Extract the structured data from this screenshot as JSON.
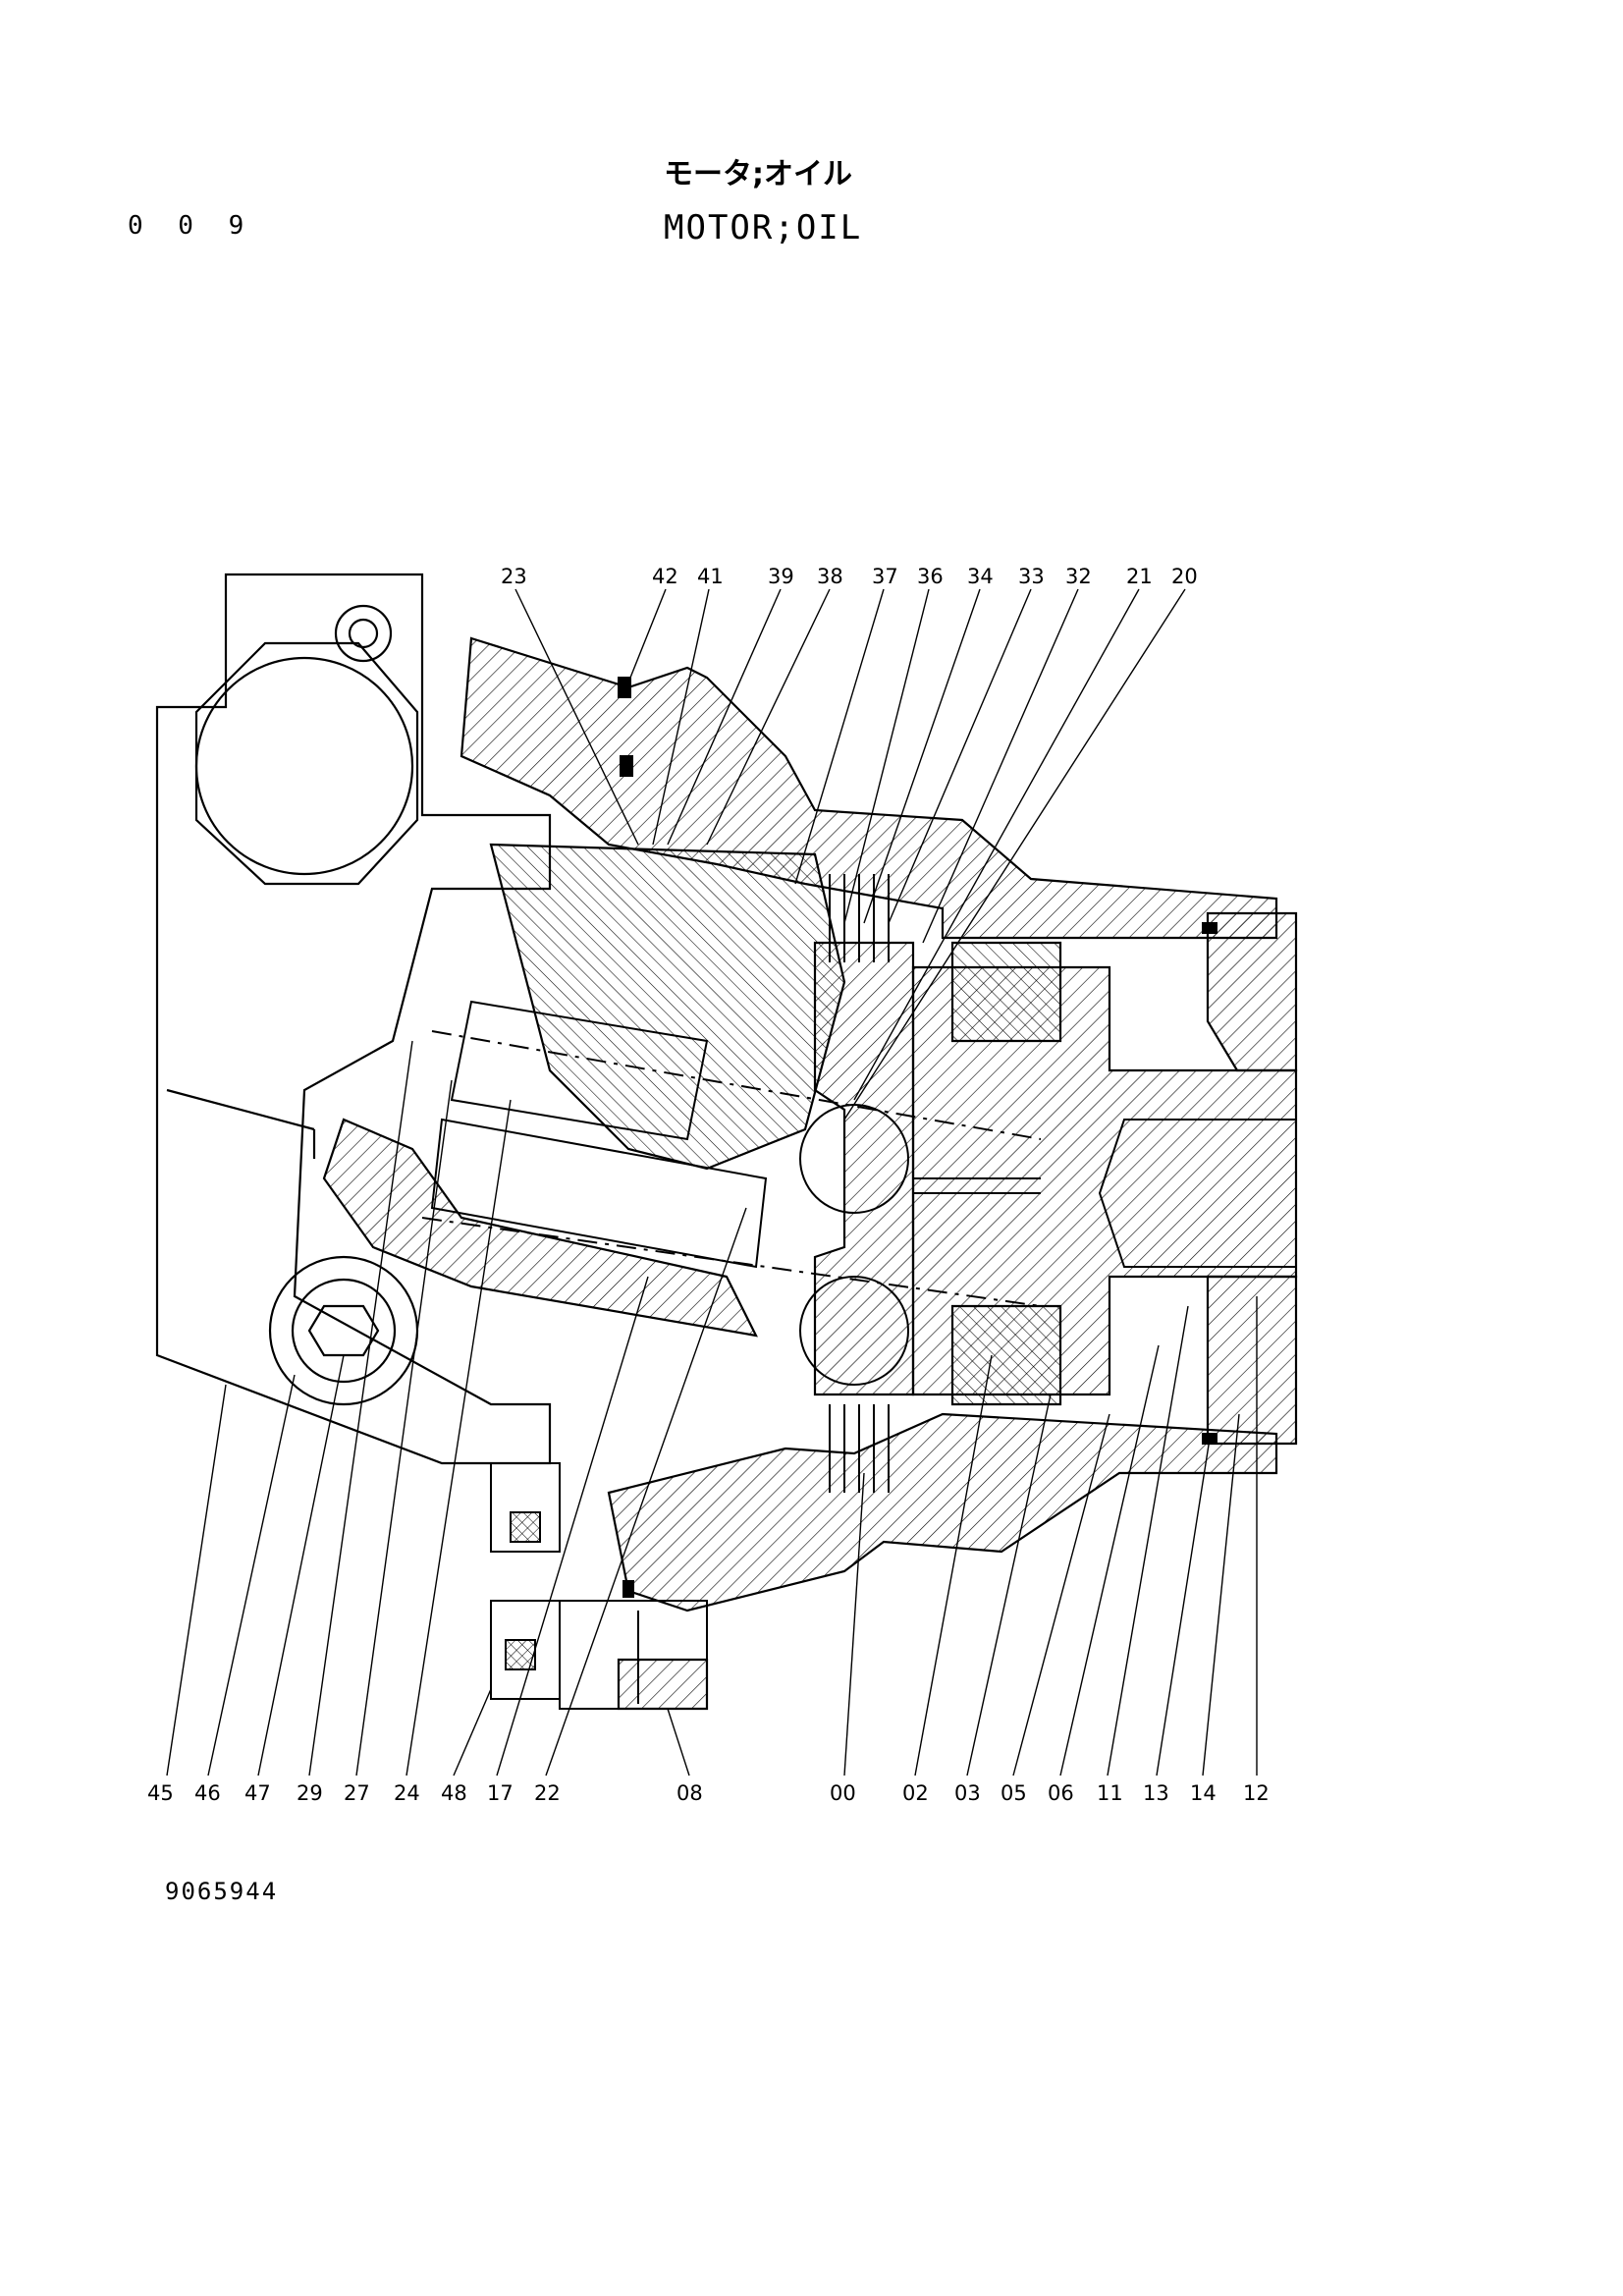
{
  "page_code": "0 0 9",
  "title_jp": "モータ;オイル",
  "title_en": "MOTOR;OIL",
  "drawing_number": "9065944",
  "callouts_top": [
    "23",
    "42",
    "41",
    "39",
    "38",
    "37",
    "36",
    "34",
    "33",
    "32",
    "21",
    "20"
  ],
  "callouts_bottom": [
    "45",
    "46",
    "47",
    "29",
    "27",
    "24",
    "48",
    "17",
    "22",
    "08",
    "00",
    "02",
    "03",
    "05",
    "06",
    "11",
    "13",
    "14",
    "12"
  ]
}
